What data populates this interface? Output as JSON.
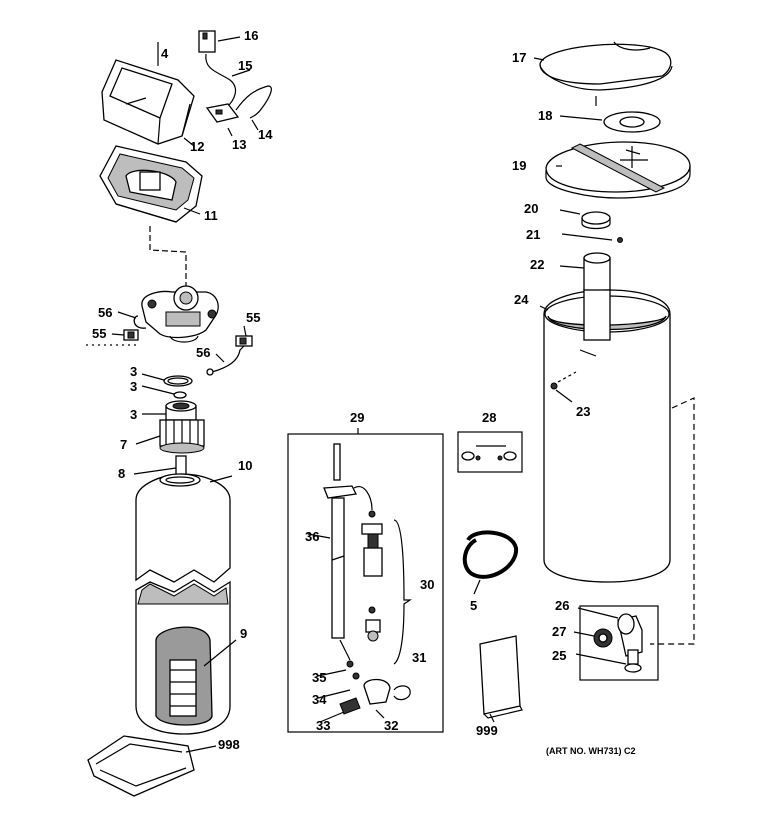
{
  "art_number": "(ART NO. WH731) C2",
  "colors": {
    "ink": "#000000",
    "shade": "#bdbdbd",
    "paper": "#ffffff"
  },
  "callouts": [
    {
      "id": "c16",
      "text": "16"
    },
    {
      "id": "c4",
      "text": "4"
    },
    {
      "id": "c15",
      "text": "15"
    },
    {
      "id": "c14",
      "text": "14"
    },
    {
      "id": "c13",
      "text": "13"
    },
    {
      "id": "c12",
      "text": "12"
    },
    {
      "id": "c11",
      "text": "11"
    },
    {
      "id": "c56a",
      "text": "56"
    },
    {
      "id": "c55a",
      "text": "55"
    },
    {
      "id": "c55b",
      "text": "55"
    },
    {
      "id": "c56b",
      "text": "56"
    },
    {
      "id": "c3a",
      "text": "3"
    },
    {
      "id": "c3b",
      "text": "3"
    },
    {
      "id": "c3c",
      "text": "3"
    },
    {
      "id": "c7",
      "text": "7"
    },
    {
      "id": "c8",
      "text": "8"
    },
    {
      "id": "c10",
      "text": "10"
    },
    {
      "id": "c9",
      "text": "9"
    },
    {
      "id": "c998",
      "text": "998"
    },
    {
      "id": "c29",
      "text": "29"
    },
    {
      "id": "c36",
      "text": "36"
    },
    {
      "id": "c30",
      "text": "30"
    },
    {
      "id": "c31",
      "text": "31"
    },
    {
      "id": "c35",
      "text": "35"
    },
    {
      "id": "c34",
      "text": "34"
    },
    {
      "id": "c33",
      "text": "33"
    },
    {
      "id": "c32",
      "text": "32"
    },
    {
      "id": "c28",
      "text": "28"
    },
    {
      "id": "c5",
      "text": "5"
    },
    {
      "id": "c999",
      "text": "999"
    },
    {
      "id": "c17",
      "text": "17"
    },
    {
      "id": "c18",
      "text": "18"
    },
    {
      "id": "c19",
      "text": "19"
    },
    {
      "id": "c20",
      "text": "20"
    },
    {
      "id": "c21",
      "text": "21"
    },
    {
      "id": "c22",
      "text": "22"
    },
    {
      "id": "c24",
      "text": "24"
    },
    {
      "id": "c23",
      "text": "23"
    },
    {
      "id": "c26",
      "text": "26"
    },
    {
      "id": "c27",
      "text": "27"
    },
    {
      "id": "c25",
      "text": "25"
    }
  ]
}
